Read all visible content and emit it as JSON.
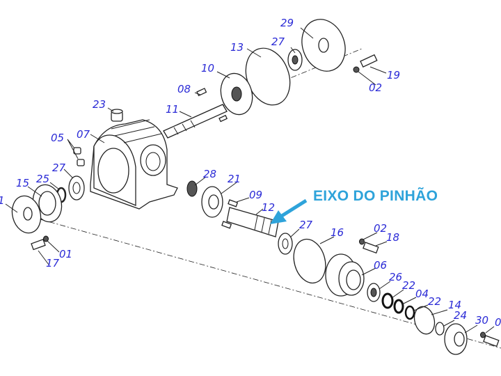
{
  "callout": {
    "text": "EIXO DO PINHÃO",
    "color": "#2ea3da"
  },
  "labels": [
    "29",
    "27",
    "13",
    "19",
    "02",
    "10",
    "08",
    "11",
    "23",
    "05",
    "07",
    "27",
    "15",
    "25",
    "28",
    "21",
    "09",
    "12",
    "27",
    "16",
    "02",
    "18",
    "06",
    "26",
    "22",
    "04",
    "22",
    "14",
    "24",
    "30",
    "0",
    "1",
    "01",
    "17"
  ]
}
